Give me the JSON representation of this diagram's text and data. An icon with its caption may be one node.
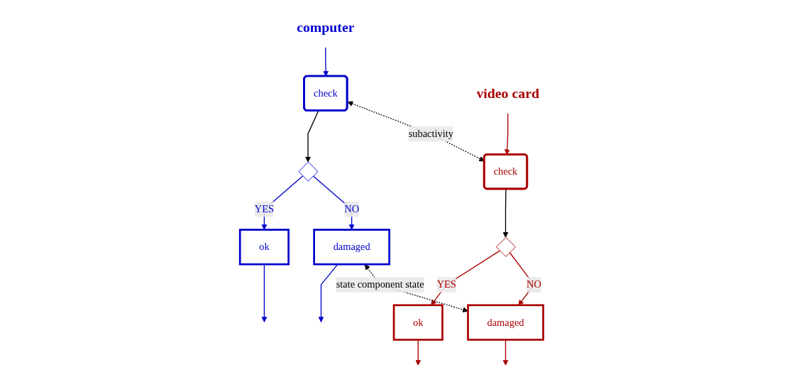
{
  "diagram": {
    "nodes": [
      {
        "text": [
          "computer"
        ]
      },
      {
        "text": [
          "check"
        ]
      },
      {
        "text": [],
        "shape": "diamond"
      },
      {
        "text": [
          "ok"
        ]
      },
      {
        "text": [
          "damaged"
        ]
      },
      {
        "text": [
          "video card"
        ]
      },
      {
        "text": [
          "check"
        ]
      },
      {
        "text": [],
        "shape": "diamond"
      },
      {
        "text": [
          "ok"
        ]
      },
      {
        "text": [
          "damaged"
        ]
      }
    ],
    "edges": [
      {
        "from": 0,
        "to": 1,
        "arrow": "to",
        "color": "#0000cc"
      },
      {
        "from": 1,
        "to": 2,
        "arrow": "to",
        "color": "#000000"
      },
      {
        "from": 2,
        "to": 3,
        "arrow": "to",
        "label": "YES",
        "color": "#0000cc"
      },
      {
        "from": 2,
        "to": 4,
        "arrow": "to",
        "label": "NO",
        "color": "#0000cc"
      },
      {
        "from": 3,
        "to": null,
        "arrow": "to",
        "color": "#0000cc"
      },
      {
        "from": 4,
        "to": null,
        "arrow": "to",
        "color": "#0000cc"
      },
      {
        "from": 1,
        "to": 6,
        "arrow": "both",
        "label": "subactivity",
        "style": "dashed",
        "color": "#000000"
      },
      {
        "from": 5,
        "to": 6,
        "arrow": "to",
        "color": "#aa0000"
      },
      {
        "from": 6,
        "to": 7,
        "arrow": "to",
        "color": "#000000"
      },
      {
        "from": 7,
        "to": 8,
        "arrow": "to",
        "label": "YES",
        "color": "#aa0000"
      },
      {
        "from": 7,
        "to": 9,
        "arrow": "to",
        "label": "NO",
        "color": "#aa0000"
      },
      {
        "from": 8,
        "to": null,
        "arrow": "to",
        "color": "#aa0000"
      },
      {
        "from": 9,
        "to": null,
        "arrow": "to",
        "color": "#aa0000"
      },
      {
        "from": 4,
        "to": 9,
        "arrow": "both",
        "label": "state component state",
        "style": "dashed",
        "color": "#000000"
      }
    ]
  }
}
